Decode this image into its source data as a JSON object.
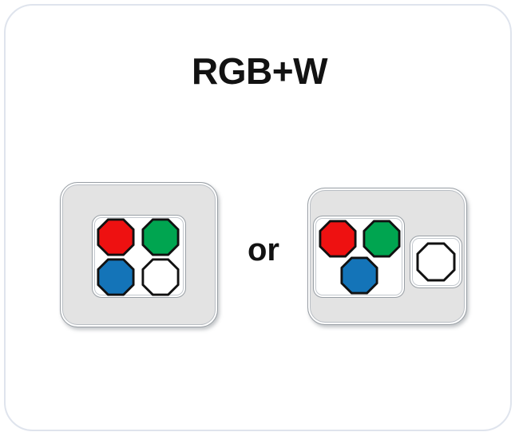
{
  "card": {
    "title": "RGB+W",
    "connector_label": "or",
    "border_color": "#dfe4ed",
    "background_color": "#ffffff"
  },
  "colors": {
    "red": "#ee1111",
    "green": "#00a550",
    "blue": "#1474b8",
    "white": "#ffffff",
    "led_outline": "#111111",
    "housing_fill": "#e3e3e3",
    "housing_border": "#9aa0a6",
    "window_fill": "#ffffff",
    "text": "#121212"
  },
  "options": [
    {
      "name": "four-in-one-package",
      "description": "Single package with four LED dies in a 2x2 grid",
      "windows": [
        {
          "name": "main-window",
          "leds": [
            {
              "label": "red-led",
              "color_name": "red",
              "color": "#ee1111"
            },
            {
              "label": "green-led",
              "color_name": "green",
              "color": "#00a550"
            },
            {
              "label": "blue-led",
              "color_name": "blue",
              "color": "#1474b8"
            },
            {
              "label": "white-led",
              "color_name": "white",
              "color": "#ffffff"
            }
          ]
        }
      ]
    },
    {
      "name": "rgb-plus-separate-white-package",
      "description": "RGB package with a separate white LED package alongside",
      "windows": [
        {
          "name": "rgb-window",
          "leds": [
            {
              "label": "red-led",
              "color_name": "red",
              "color": "#ee1111"
            },
            {
              "label": "green-led",
              "color_name": "green",
              "color": "#00a550"
            },
            {
              "label": "blue-led",
              "color_name": "blue",
              "color": "#1474b8"
            }
          ]
        },
        {
          "name": "white-window",
          "leds": [
            {
              "label": "white-led",
              "color_name": "white",
              "color": "#ffffff"
            }
          ]
        }
      ]
    }
  ]
}
